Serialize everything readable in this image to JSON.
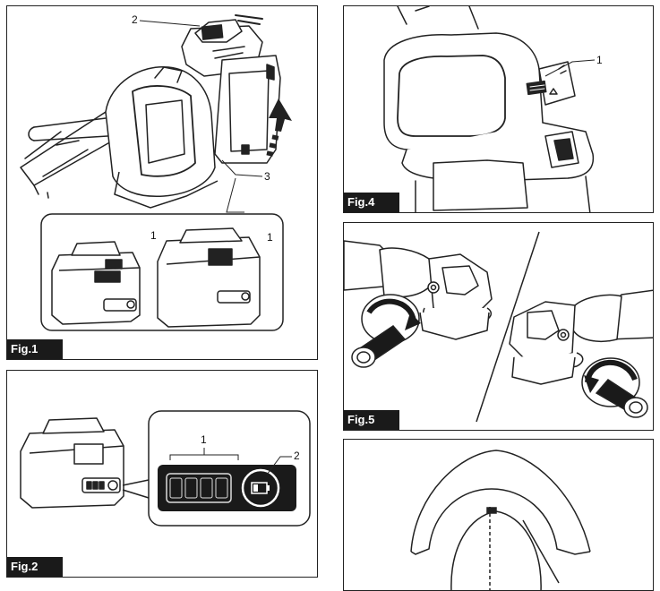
{
  "figures": [
    {
      "label": "Fig.1",
      "callouts": [
        "2",
        "3",
        "1",
        "1"
      ]
    },
    {
      "label": "Fig.2",
      "callouts": [
        "1",
        "2"
      ]
    },
    {
      "label": "Fig.4",
      "callouts": [
        "1"
      ]
    },
    {
      "label": "Fig.5",
      "callouts": []
    },
    {
      "label": "",
      "callouts": []
    }
  ]
}
